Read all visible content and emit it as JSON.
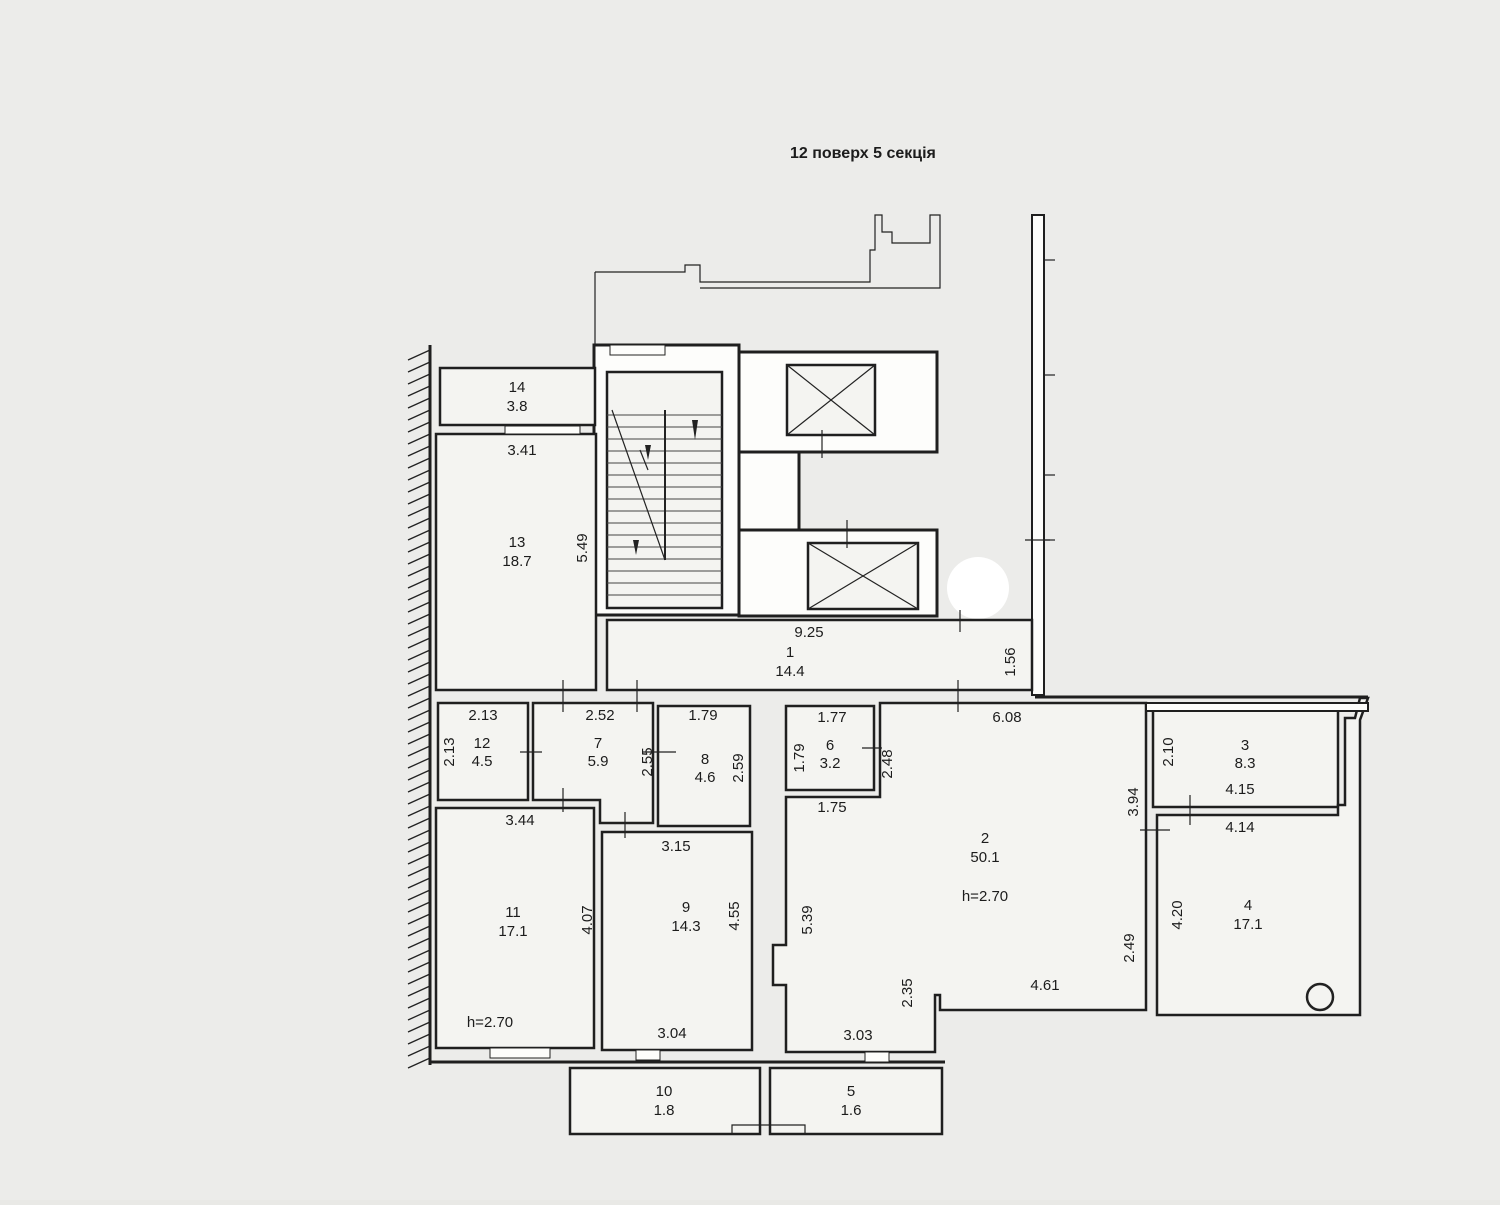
{
  "title": "12 поверх 5 секція",
  "rooms": [
    {
      "no": "1",
      "area": "14.4"
    },
    {
      "no": "2",
      "area": "50.1"
    },
    {
      "no": "3",
      "area": "8.3"
    },
    {
      "no": "4",
      "area": "17.1"
    },
    {
      "no": "5",
      "area": "1.6"
    },
    {
      "no": "6",
      "area": "3.2"
    },
    {
      "no": "7",
      "area": "5.9"
    },
    {
      "no": "8",
      "area": "4.6"
    },
    {
      "no": "9",
      "area": "14.3"
    },
    {
      "no": "10",
      "area": "1.8"
    },
    {
      "no": "11",
      "area": "17.1"
    },
    {
      "no": "12",
      "area": "4.5"
    },
    {
      "no": "13",
      "area": "18.7"
    },
    {
      "no": "14",
      "area": "3.8"
    }
  ],
  "heights": [
    "h=2.70",
    "h=2.70"
  ],
  "dims": {
    "r14_w": "3.41",
    "r13_h": "5.49",
    "r1_w": "9.25",
    "r1_h": "1.56",
    "r12_w": "2.13",
    "r12_h": "2.13",
    "r7_w": "2.52",
    "r7_h": "2.55",
    "r8_w": "1.79",
    "r8_h": "2.59",
    "r6_w": "1.77",
    "r6_h1": "1.79",
    "r6_h2": "2.48",
    "r2_top": "6.08",
    "r2_a": "1.75",
    "r2_left": "5.39",
    "r2_h": "3.94",
    "r2_b": "2.49",
    "r2_c": "2.35",
    "r2_bottom": "4.61",
    "r2_d": "3.03",
    "r3_h": "2.10",
    "r3_w": "4.15",
    "r4_w": "4.14",
    "r4_h": "4.20",
    "r11_w": "3.44",
    "r11_h": "4.07",
    "r9_w": "3.15",
    "r9_h": "4.55",
    "r9_bottom": "3.04"
  }
}
